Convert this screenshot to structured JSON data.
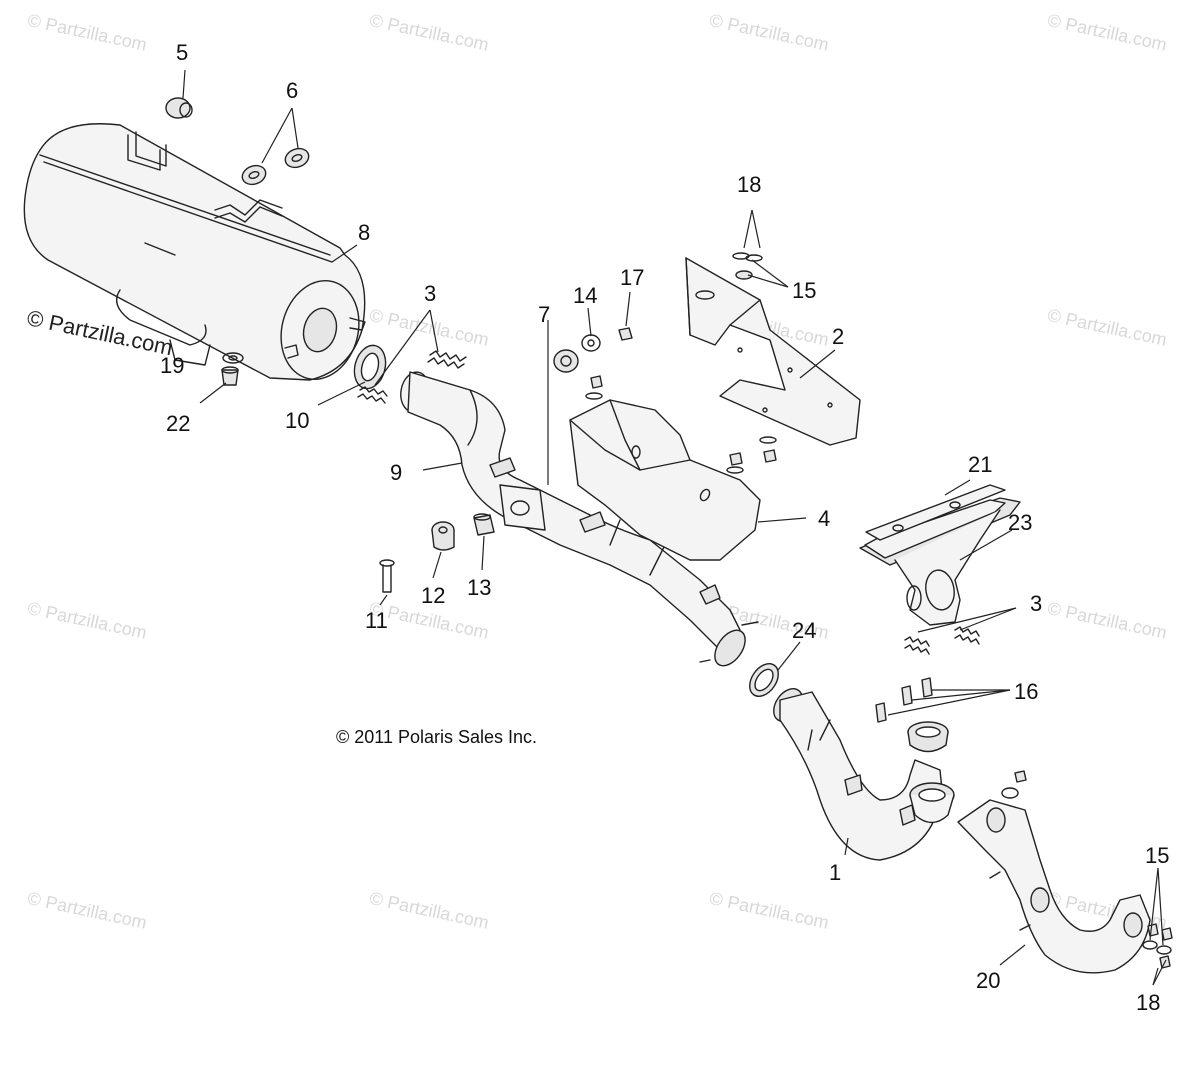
{
  "watermark_text": "© Partzilla.com",
  "copyright": "© 2011 Polaris Sales Inc.",
  "callouts": [
    {
      "key": "c5",
      "label": "5"
    },
    {
      "key": "c6",
      "label": "6"
    },
    {
      "key": "c8",
      "label": "8"
    },
    {
      "key": "c3a",
      "label": "3"
    },
    {
      "key": "c7",
      "label": "7"
    },
    {
      "key": "c14",
      "label": "14"
    },
    {
      "key": "c17",
      "label": "17"
    },
    {
      "key": "c18a",
      "label": "18"
    },
    {
      "key": "c15a",
      "label": "15"
    },
    {
      "key": "c2",
      "label": "2"
    },
    {
      "key": "c19",
      "label": "19"
    },
    {
      "key": "c22",
      "label": "22"
    },
    {
      "key": "c10",
      "label": "10"
    },
    {
      "key": "c9",
      "label": "9"
    },
    {
      "key": "c4",
      "label": "4"
    },
    {
      "key": "c21",
      "label": "21"
    },
    {
      "key": "c23",
      "label": "23"
    },
    {
      "key": "c3b",
      "label": "3"
    },
    {
      "key": "c16",
      "label": "16"
    },
    {
      "key": "c24",
      "label": "24"
    },
    {
      "key": "c11",
      "label": "11"
    },
    {
      "key": "c12",
      "label": "12"
    },
    {
      "key": "c13",
      "label": "13"
    },
    {
      "key": "c1",
      "label": "1"
    },
    {
      "key": "c15b",
      "label": "15"
    },
    {
      "key": "c20",
      "label": "20"
    },
    {
      "key": "c18b",
      "label": "18"
    }
  ]
}
